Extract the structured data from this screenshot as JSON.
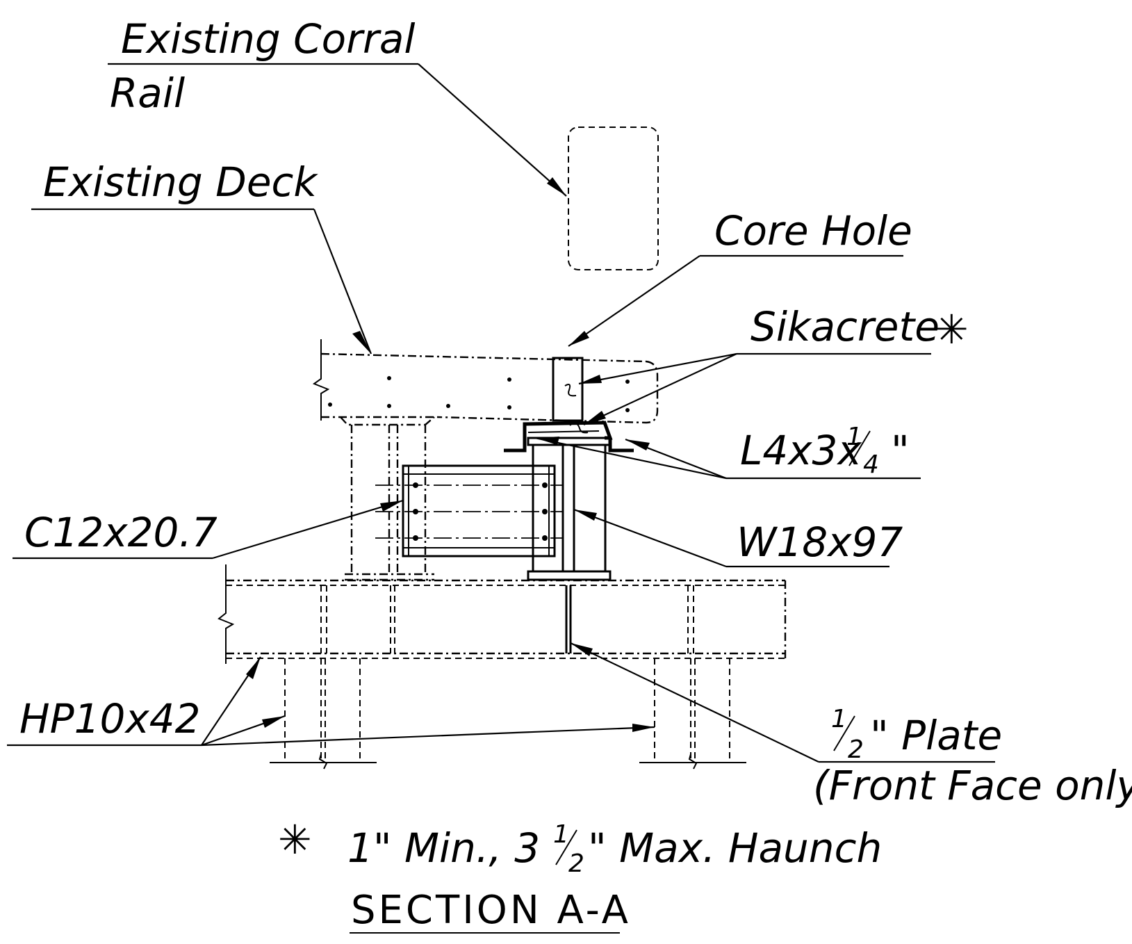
{
  "title": "SECTION A-A",
  "note": {
    "symbol": "✳",
    "text_a": "1\" Min., 3",
    "frac_num": "1",
    "frac_den": "2",
    "text_b": "\" Max. Haunch"
  },
  "labels": {
    "corral_rail_line1": "Existing Corral",
    "corral_rail_line2": "Rail",
    "existing_deck": "Existing Deck",
    "core_hole": "Core Hole",
    "sikacrete": "Sikacrete",
    "sikacrete_symbol": "✳",
    "angle_prefix": "L4x3x",
    "angle_frac_num": "1",
    "angle_frac_den": "4",
    "angle_suffix": "\"",
    "channel": "C12x20.7",
    "beam": "W18x97",
    "pile": "HP10x42",
    "plate_frac_num": "1",
    "plate_frac_den": "2",
    "plate_suffix": "\" Plate",
    "plate_line2": "(Front Face only)"
  }
}
